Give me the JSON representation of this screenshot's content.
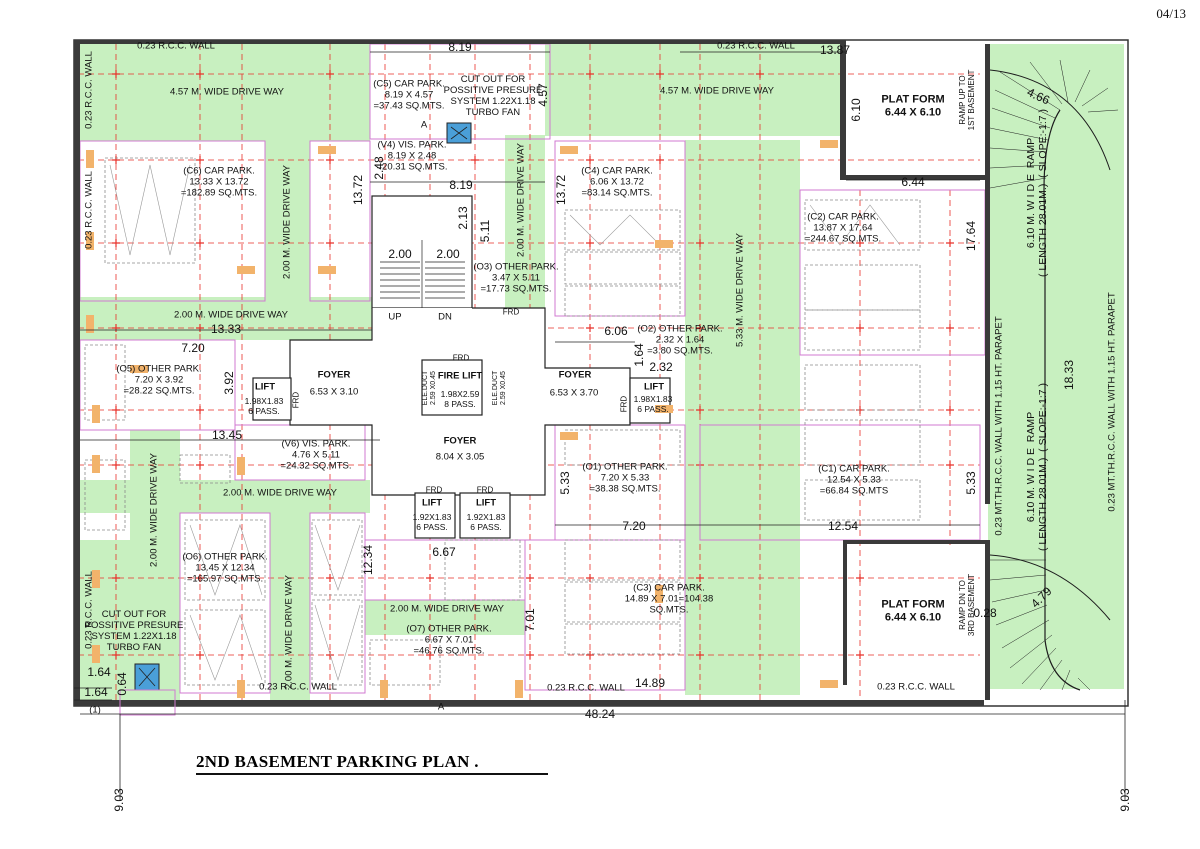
{
  "page_number": "04/13",
  "title": "2ND BASEMENT PARKING PLAN .",
  "colors": {
    "green": "#c8f0c0",
    "grid": "#e8312a",
    "wall": "#333333",
    "pink": "#d07ad0",
    "ramp_line": "#1d1d1d"
  },
  "labels": {
    "wall_top_left": "0.23 R.C.C. WALL",
    "wall_left_top": "0.23 R.C.C. WALL",
    "wall_left_mid": "0.23 R.C.C. WALL",
    "wall_left_bot": "0.23 R.C.C. WALL",
    "wall_top_right": "0.23 R.C.C. WALL",
    "wall_bottom_1": "0.23 R.C.C. WALL",
    "wall_bottom_2": "0.23 R.C.C. WALL",
    "wall_bottom_3": "0.23 R.C.C. WALL",
    "drive_top_left": "4.57 M.  WIDE  DRIVE WAY",
    "drive_top_right": "4.57 M.  WIDE  DRIVE WAY",
    "drive_left_h": "2.00 M.  WIDE  DRIVE WAY",
    "drive_left_v": "2.00 M.  WIDE  DRIVE WAY",
    "drive_center_v": "2.00 M.  WIDE  DRIVE WAY",
    "drive_mid_h": "2.00 M.  WIDE  DRIVE WAY",
    "drive_lower_v1": "2.00 M.  WIDE  DRIVE WAY",
    "drive_lower_v2": "2.00 M.  WIDE  DRIVE WAY",
    "drive_bottom_h": "2.00 M.  WIDE  DRIVE WAY",
    "drive_right_v": "5.33 M.  WIDE  DRIVE WAY",
    "cutout_top": "CUT OUT FOR\nPOSSITIVE PRESURE\nSYSTEM 1.22X1.18\nTURBO FAN",
    "cutout_bottom": "CUT OUT FOR\nPOSSITIVE PRESURE\nSYSTEM 1.22X1.18\nTURBO FAN",
    "c5": "(C5) CAR PARK.\n8.19 X 4.57\n=37.43 SQ.MTS.",
    "v4": "(V4) VIS. PARK.\n8.19 X 2.48\n=20.31 SQ.MTS.",
    "c6": "(C6) CAR PARK.\n13.33 X 13.72\n=182.89 SQ.MTS.",
    "c4": "(C4) CAR PARK.\n6.06 X 13.72\n=83.14 SQ.MTS.",
    "c2": "(C2) CAR PARK.\n13.87 X 17.64\n=244.67 SQ.MTS.",
    "o3": "(O3) OTHER PARK.\n3.47 X 5.11\n=17.73 SQ.MTS.",
    "o2": "(O2) OTHER PARK.\n2.32 X 1.64\n=3.80 SQ.MTS.",
    "o5": "(O5) OTHER PARK.\n7.20 X 3.92\n=28.22 SQ.MTS.",
    "v6": "(V6) VIS. PARK.\n4.76 X 5.11\n=24.32 SQ.MTS.",
    "o1": "(O1) OTHER PARK.\n7.20 X 5.33\n=38.38 SQ.MTS.",
    "c1": "(C1) CAR PARK.\n12.54 X 5.33\n=66.84 SQ.MTS",
    "o6": "(O6) OTHER PARK.\n13.45 X 12.34\n=165.97 SQ.MTS.",
    "o7": "(O7) OTHER PARK.\n6.67 X 7.01\n=46.76 SQ.MTS.",
    "c3": "(C3) CAR PARK.\n14.89 X 7.01=104.38\nSQ.MTS.",
    "platform_top": "PLAT FORM\n6.44 X 6.10",
    "platform_bottom": "PLAT FORM\n6.44 X 6.10",
    "ramp_up": "RAMP UP TO\n1ST BASEMENT",
    "ramp_dn": "RAMP DN TO\n3RD BASEMENT",
    "wide_ramp_1": "6.10 M. W I D E  RAMP\n( LENGTH 28.01M.)  ( SLOPE:-1:7 )",
    "wide_ramp_2": "6.10 M. W I D E  RAMP\n( LENGTH 28.01M.)  ( SLOPE:-1:7 )",
    "parapet_1": "0.23 MT.TH.R.C.C. WALL  WITH 1.15 HT. PARAPET",
    "parapet_2": "0.23 MT.TH.R.C.C. WALL  WITH 1.15 HT. PARAPET",
    "foyer_left": "FOYER",
    "foyer_left_dim": "6.53 X 3.10",
    "foyer_right": "FOYER",
    "foyer_right_dim": "6.53 X 3.70",
    "foyer_center": "FOYER",
    "foyer_center_dim": "8.04 X 3.05",
    "fire_lift": "FIRE LIFT",
    "fire_lift_dim": "1.98X2.59\n8 PASS.",
    "ele_duct_1": "ELE.DUCT\n2.59 X0.45",
    "ele_duct_2": "ELE.DUCT\n2.59 X0.45",
    "lift": "LIFT",
    "lift_left_dim": "1.98X1.83\n6 PASS.",
    "lift_right_dim": "1.98X1.83\n6 PASS.",
    "lift_b1_dim": "1.92X1.83\n6 PASS.",
    "lift_b2_dim": "1.92X1.83\n6 PASS.",
    "frd": "FRD",
    "up": "UP",
    "dn": "DN",
    "section_a": "A",
    "grid_1": "(1)"
  },
  "dimensions": {
    "d_8_19_top": "8.19",
    "d_13_87": "13.87",
    "d_4_57": "4.57",
    "d_6_10": "6.10",
    "d_4_66": "4.66",
    "d_13_72_a": "13.72",
    "d_13_72_b": "13.72",
    "d_2_48": "2.48",
    "d_8_19_mid": "8.19",
    "d_6_44": "6.44",
    "d_2_13": "2.13",
    "d_5_11": "5.11",
    "d_17_64": "17.64",
    "d_2_00_a": "2.00",
    "d_2_00_b": "2.00",
    "d_13_33": "13.33",
    "d_6_06": "6.06",
    "d_7_20": "7.20",
    "d_1_64": "1.64",
    "d_2_32": "2.32",
    "d_3_92": "3.92",
    "d_13_45": "13.45",
    "d_18_33": "18.33",
    "d_5_33_a": "5.33",
    "d_5_33_b": "5.33",
    "d_7_20_b": "7.20",
    "d_12_54": "12.54",
    "d_12_34": "12.34",
    "d_6_67": "6.67",
    "d_7_01": "7.01",
    "d_4_79": "4.79",
    "d_0_28": "0.28",
    "d_1_64_b": "1.64",
    "d_1_64_c": "1.64",
    "d_0_64": "0.64",
    "d_14_89": "14.89",
    "d_48_24": "48.24",
    "d_9_03": "9.03",
    "d_9_03_r": "9.03"
  }
}
